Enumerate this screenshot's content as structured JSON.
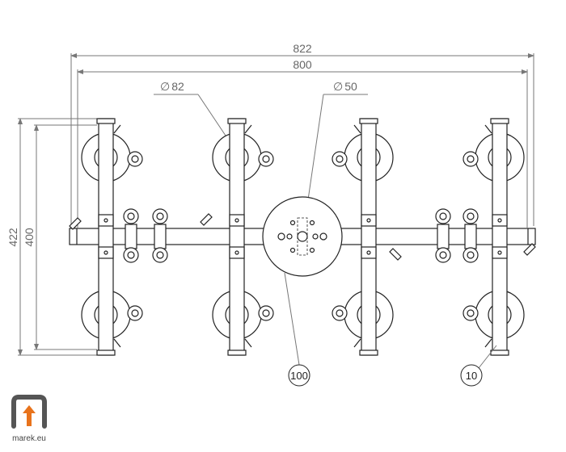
{
  "dimensions": {
    "overall_width": "822",
    "frame_width": "800",
    "overall_height": "422",
    "frame_height": "400",
    "cup_diameter": "82",
    "plate_diameter": "50",
    "diameter_symbol": "∅"
  },
  "balloons": {
    "center_plate": "100",
    "bar_end": "10"
  },
  "logo": {
    "text": "marek.eu",
    "accent_color": "#e8731c",
    "frame_color": "#555555"
  },
  "colors": {
    "line": "#222222",
    "dimension": "#777777"
  }
}
